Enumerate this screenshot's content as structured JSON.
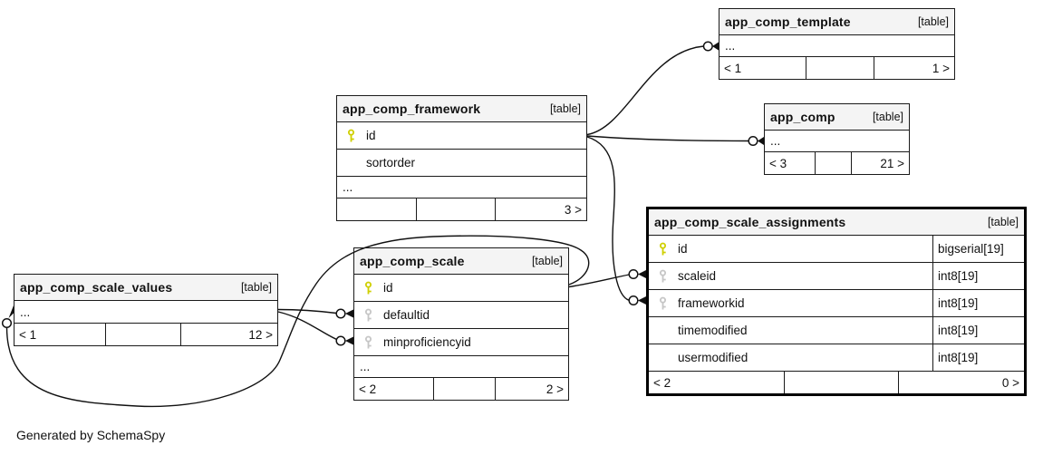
{
  "diagram": {
    "generator_note": "Generated by SchemaSpy",
    "pk_key_color": "#cfcf00",
    "fk_key_color": "#c6c6c6",
    "header_bg_color": "#f4f4f4"
  },
  "tables": [
    {
      "title": "app_comp_framework",
      "badge": "[table]",
      "columns": [
        {
          "name": "id",
          "key": "pk"
        },
        {
          "name": "sortorder",
          "key": ""
        },
        {
          "name": "...",
          "key": ""
        }
      ],
      "footer": {
        "left": "",
        "mid": "",
        "right": "3 >"
      }
    },
    {
      "title": "app_comp_template",
      "badge": "[table]",
      "columns": [
        {
          "name": "...",
          "key": ""
        }
      ],
      "footer": {
        "left": "< 1",
        "mid": "",
        "right": "1 >"
      }
    },
    {
      "title": "app_comp",
      "badge": "[table]",
      "columns": [
        {
          "name": "...",
          "key": ""
        }
      ],
      "footer": {
        "left": "< 3",
        "mid": "",
        "right": "21 >"
      }
    },
    {
      "title": "app_comp_scale_assignments",
      "badge": "[table]",
      "columns": [
        {
          "name": "id",
          "key": "pk",
          "type": "bigserial[19]"
        },
        {
          "name": "scaleid",
          "key": "fk",
          "type": "int8[19]"
        },
        {
          "name": "frameworkid",
          "key": "fk",
          "type": "int8[19]"
        },
        {
          "name": "timemodified",
          "key": "",
          "type": "int8[19]"
        },
        {
          "name": "usermodified",
          "key": "",
          "type": "int8[19]"
        }
      ],
      "footer": {
        "left": "< 2",
        "mid": "",
        "right": "0 >"
      }
    },
    {
      "title": "app_comp_scale",
      "badge": "[table]",
      "columns": [
        {
          "name": "id",
          "key": "pk"
        },
        {
          "name": "defaultid",
          "key": "fk"
        },
        {
          "name": "minproficiencyid",
          "key": "fk"
        },
        {
          "name": "...",
          "key": ""
        }
      ],
      "footer": {
        "left": "< 2",
        "mid": "",
        "right": "2 >"
      }
    },
    {
      "title": "app_comp_scale_values",
      "badge": "[table]",
      "columns": [
        {
          "name": "...",
          "key": ""
        }
      ],
      "footer": {
        "left": "< 1",
        "mid": "",
        "right": "12 >"
      }
    }
  ],
  "relationships": [
    {
      "from": "app_comp_framework.id",
      "to": "app_comp_template"
    },
    {
      "from": "app_comp_framework.id",
      "to": "app_comp"
    },
    {
      "from": "app_comp_framework.id",
      "to": "app_comp_scale_assignments.frameworkid"
    },
    {
      "from": "app_comp_scale.id",
      "to": "app_comp_scale_assignments.scaleid"
    },
    {
      "from": "app_comp_scale.id",
      "to": "app_comp_scale_values"
    },
    {
      "from": "app_comp_scale_values",
      "to": "app_comp_scale.defaultid"
    },
    {
      "from": "app_comp_scale_values",
      "to": "app_comp_scale.minproficiencyid"
    }
  ]
}
